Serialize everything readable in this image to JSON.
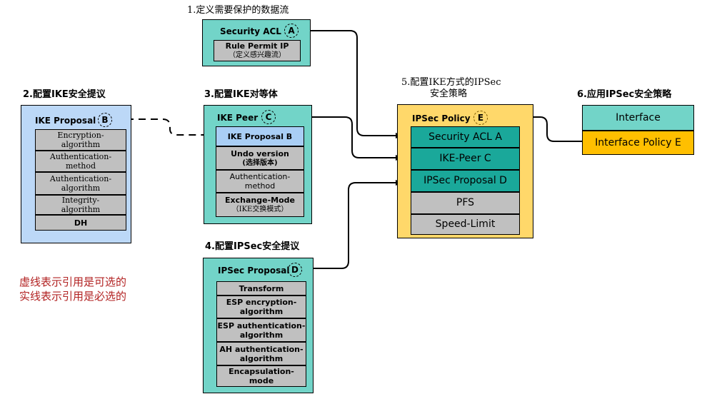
{
  "steps": {
    "s1": "1.定义需要保护的数据流",
    "s2": "2.配置IKE安全提议",
    "s3": "3.配置IKE对等体",
    "s4": "4.配置IPSec安全提议",
    "s5a": "5.配置IKE方式的IPSec",
    "s5b": "安全策略",
    "s6": "6.应用IPSec安全策略"
  },
  "acl": {
    "title": "Security ACL",
    "badge": "A",
    "rule_line1": "Rule Permit IP",
    "rule_line2": "（定义感兴趣流）"
  },
  "ike_proposal": {
    "title": "IKE Proposal",
    "badge": "B",
    "items": [
      {
        "l1": "Encryption-",
        "l2": "algorithm"
      },
      {
        "l1": "Authentication-",
        "l2": "method"
      },
      {
        "l1": "Authentication-",
        "l2": "algorithm"
      },
      {
        "l1": "Integrity-",
        "l2": "algorithm"
      },
      {
        "l1": "DH",
        "l2": ""
      }
    ]
  },
  "ike_peer": {
    "title": "IKE Peer",
    "badge": "C",
    "ref": "IKE Proposal B",
    "items": [
      {
        "l1": "Undo version",
        "l2": "(选择版本)"
      },
      {
        "l1": "Authentication-",
        "l2": "method"
      },
      {
        "l1": "Exchange-Mode",
        "l2": "（IKE交换模式）"
      }
    ]
  },
  "ipsec_proposal": {
    "title": "IPSec Proposal",
    "badge": "D",
    "items": [
      {
        "l1": "Transform",
        "l2": ""
      },
      {
        "l1": "ESP encryption-",
        "l2": "algorithm"
      },
      {
        "l1": "ESP authentication-",
        "l2": "algorithm"
      },
      {
        "l1": "AH authentication-",
        "l2": "algorithm"
      },
      {
        "l1": "Encapsulation-mode",
        "l2": ""
      }
    ]
  },
  "ipsec_policy": {
    "title": "IPSec Policy",
    "badge": "E",
    "items": [
      "Security ACL A",
      "IKE-Peer C",
      "IPSec Proposal D",
      "PFS",
      "Speed-Limit"
    ]
  },
  "interface": {
    "title": "Interface",
    "policy": "Interface Policy E"
  },
  "legend": {
    "line1": "虚线表示引用是可选的",
    "line2": "实线表示引用是必选的"
  },
  "colors": {
    "teal": "#72d4c8",
    "blue": "#bcd8f7",
    "yellow": "#ffd86a",
    "orange": "#ffbf00",
    "dark_teal": "#1aa89a",
    "grey": "#c0c0c0",
    "legend_red": "#b22222"
  }
}
